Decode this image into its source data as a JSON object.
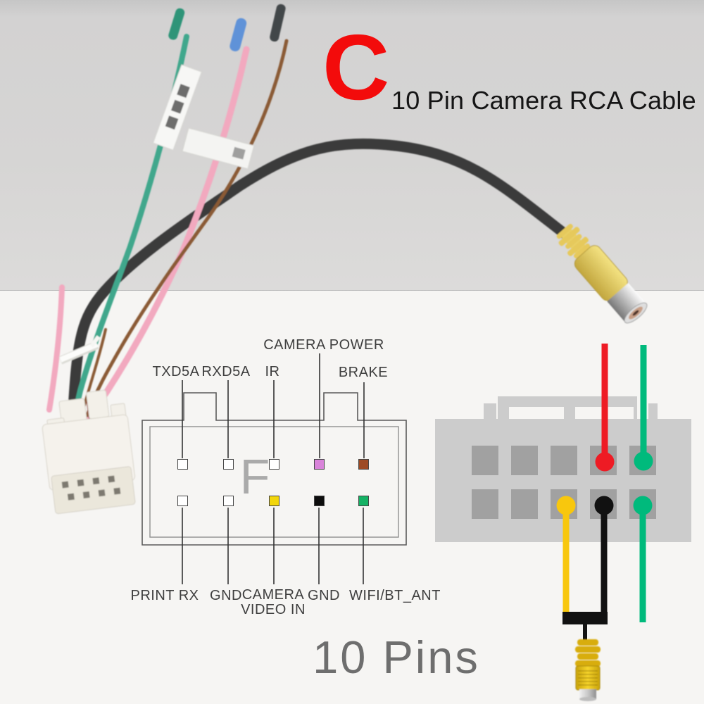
{
  "header": {
    "badge": "C",
    "badge_color": "#f30b0b",
    "title": "10 Pin Camera RCA Cable"
  },
  "footer": {
    "caption": "10 Pins"
  },
  "connector_face_marking": "F",
  "pinout": {
    "top": [
      {
        "label": "TXD5A",
        "color": "#ffffff"
      },
      {
        "label": "RXD5A",
        "color": "#ffffff"
      },
      {
        "label": "IR",
        "color": "#ffffff"
      },
      {
        "label": "CAMERA POWER",
        "color": "#d984da"
      },
      {
        "label": "BRAKE",
        "color": "#9d4a24"
      }
    ],
    "bottom": [
      {
        "label": "PRINT RX",
        "color": "#ffffff"
      },
      {
        "label": "GND",
        "color": "#ffffff"
      },
      {
        "label": "CAMERA VIDEO IN",
        "color": "#f2d60b"
      },
      {
        "label": "GND",
        "color": "#0d0d0d"
      },
      {
        "label": "WIFI/BT_ANT",
        "color": "#15b264"
      }
    ]
  },
  "breakout": {
    "top_wires": [
      {
        "position": "row1-pin4",
        "color": "#ee1b24"
      },
      {
        "position": "row1-pin5",
        "color": "#00ba7c"
      }
    ],
    "bottom_wires": [
      {
        "position": "row2-pin3",
        "color": "#f8c70d"
      },
      {
        "position": "row2-pin4",
        "color": "#111111"
      },
      {
        "position": "row2-pin5",
        "color": "#00ba7c"
      }
    ]
  },
  "photo": {
    "wire_colors": {
      "green": "#3fa78c",
      "green_tip": "#2d9478",
      "pink": "#f2a9bf",
      "pink_tip_blue": "#5e92d8",
      "brown": "#8a5a35",
      "brown_tip": "#43464a",
      "main_cable": "#3a3a3a",
      "rca_jack_yellow": "#e8cf66"
    }
  }
}
